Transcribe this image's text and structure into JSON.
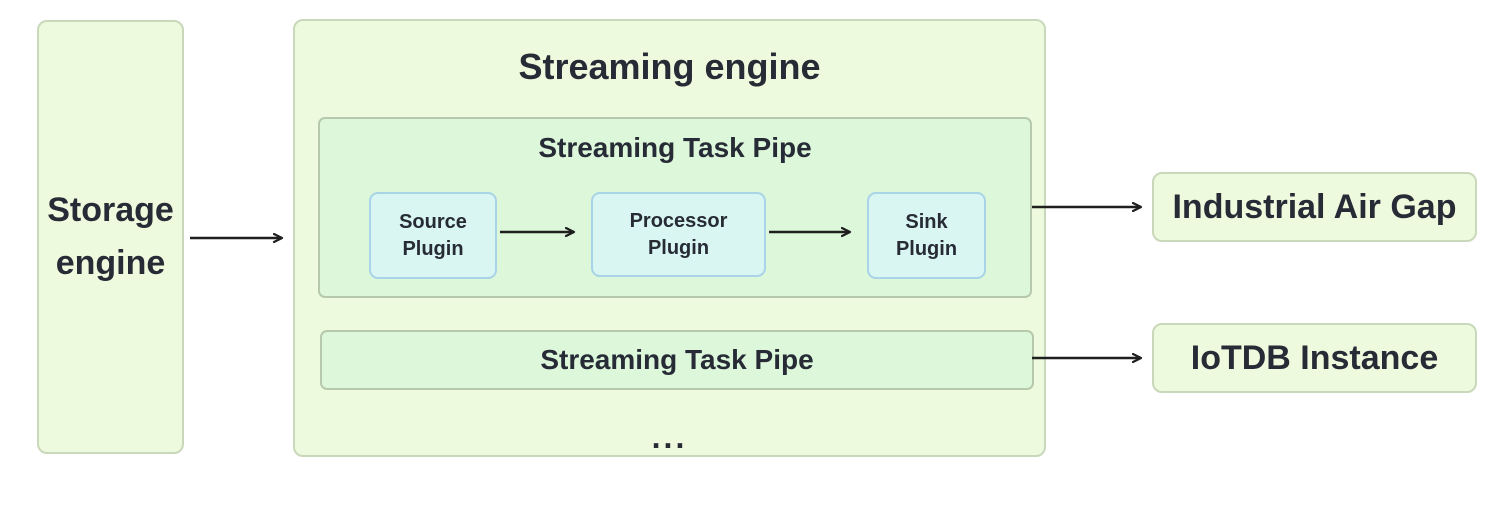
{
  "colors": {
    "outer_fill": "#eefadd",
    "outer_border": "#c9d8ba",
    "pipe_fill": "#ddf7da",
    "pipe_border": "#b6c9ac",
    "plugin_fill": "#d9f6f3",
    "plugin_border": "#a9d3e6",
    "text": "#262b36",
    "arrow": "#1f1f1f"
  },
  "nodes": {
    "storage_engine": {
      "label": "Storage engine"
    },
    "streaming_engine": {
      "title": "Streaming engine",
      "task_pipe_1": {
        "title": "Streaming Task Pipe",
        "plugins": [
          {
            "line1": "Source",
            "line2": "Plugin"
          },
          {
            "line1": "Processor",
            "line2": "Plugin"
          },
          {
            "line1": "Sink",
            "line2": "Plugin"
          }
        ]
      },
      "task_pipe_2": {
        "title": "Streaming Task Pipe"
      },
      "more_indicator": "..."
    },
    "industrial_air_gap": {
      "label": "Industrial Air Gap"
    },
    "iotdb_instance": {
      "label": "IoTDB Instance"
    }
  }
}
